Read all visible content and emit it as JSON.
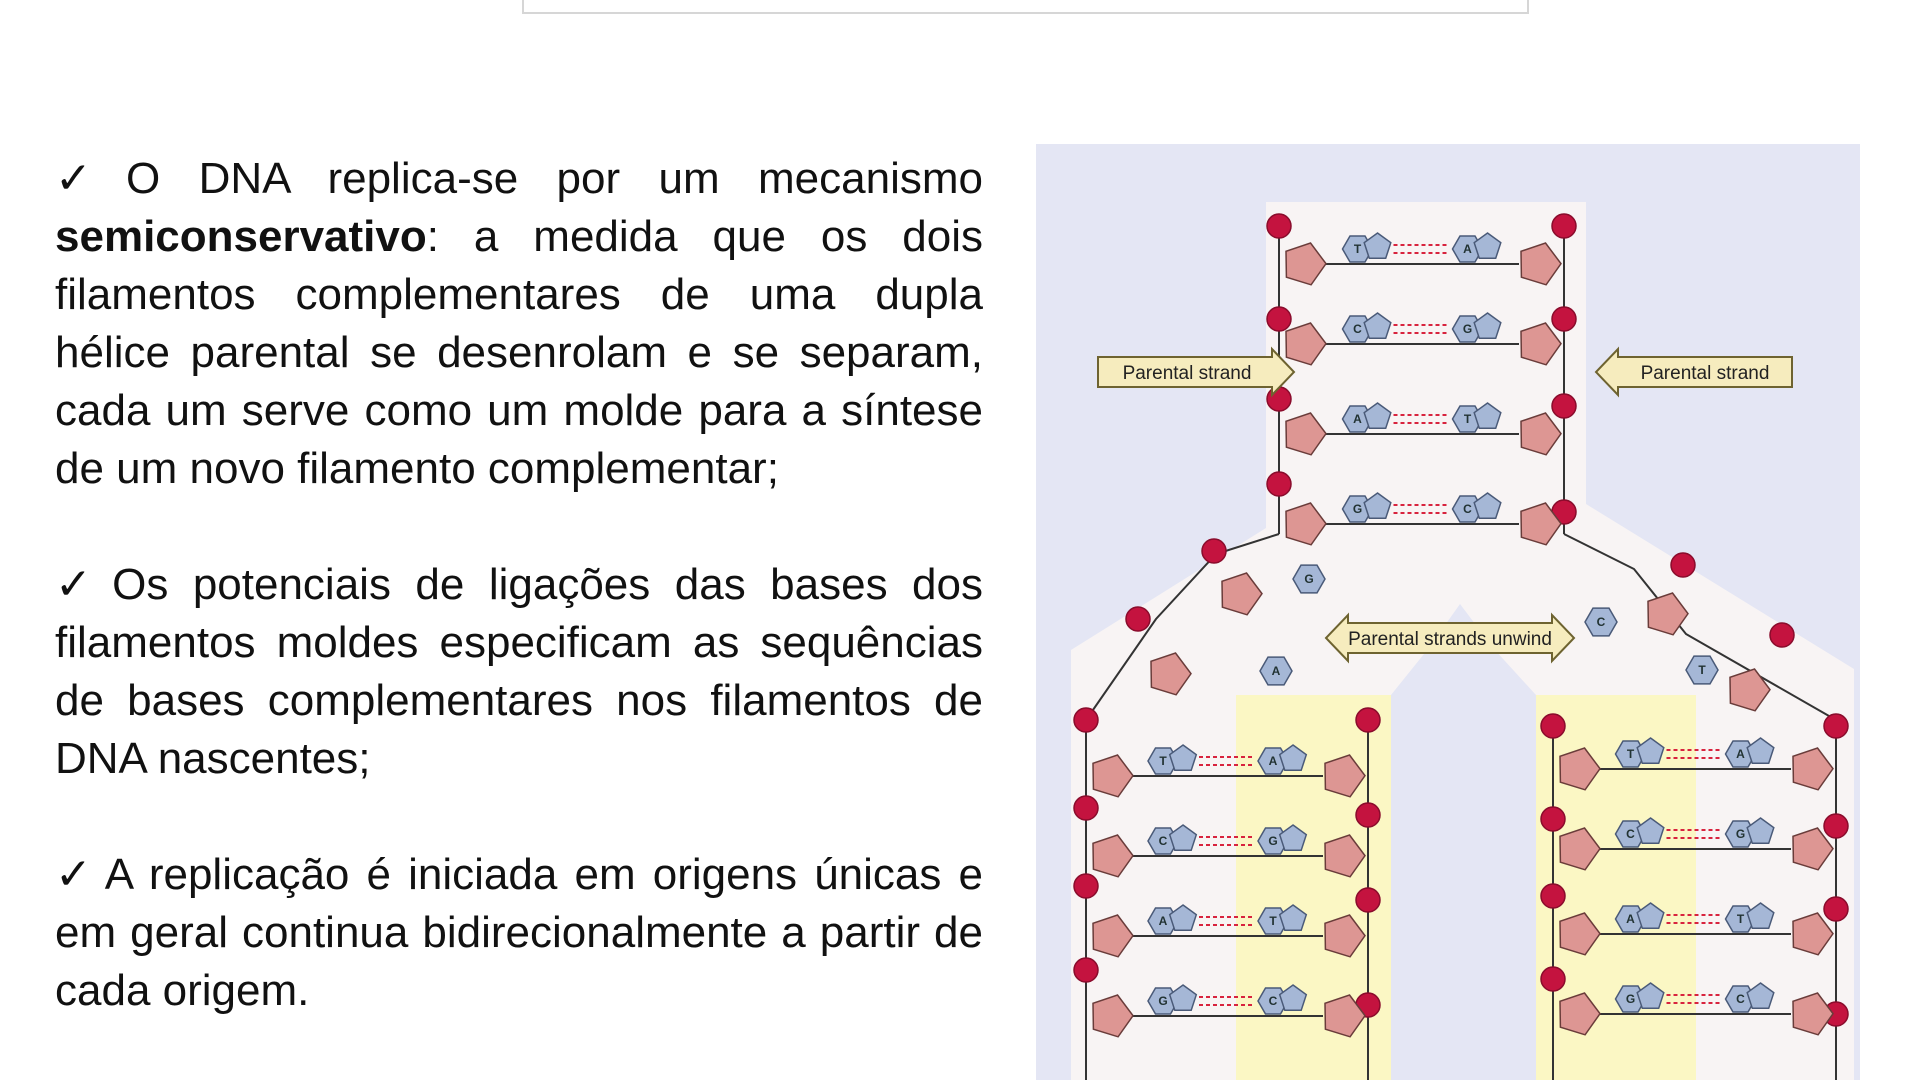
{
  "bullets": [
    {
      "check": "✓",
      "pre": "O DNA replica-se por um mecanismo",
      "bold": "semiconservativo",
      "post": ": a medida que os dois filamentos complementares de uma dupla hélice parental se desenrolam e se separam, cada um serve como um molde para a síntese de um novo filamento complementar;"
    },
    {
      "check": "✓",
      "text": "Os potenciais de ligações das bases dos filamentos moldes especificam as sequências de bases complementares nos filamentos de DNA nascentes;"
    },
    {
      "check": "✓",
      "text": "A replicação é iniciada em origens únicas e em geral continua bidirecionalmente a partir de cada origem."
    }
  ],
  "figure": {
    "label_parental_left": "Parental strand",
    "label_parental_right": "Parental strand",
    "label_unwind": "Parental strands unwind",
    "base_pairs_top": [
      [
        "T",
        "A"
      ],
      [
        "C",
        "G"
      ],
      [
        "A",
        "T"
      ],
      [
        "G",
        "C"
      ]
    ],
    "unpaired_fork": [
      "G",
      "A",
      "C",
      "T"
    ],
    "base_pairs_left": [
      [
        "T",
        "A"
      ],
      [
        "C",
        "G"
      ],
      [
        "A",
        "T"
      ],
      [
        "G",
        "C"
      ]
    ],
    "base_pairs_right": [
      [
        "T",
        "A"
      ],
      [
        "C",
        "G"
      ],
      [
        "A",
        "T"
      ],
      [
        "G",
        "C"
      ]
    ],
    "colors": {
      "background": "#e4e6f4",
      "strand_band": "#f8f4f4",
      "new_strand_band": "#fbf7c4",
      "phosphate": "#c4133f",
      "sugar": "#dd9693",
      "base": "#a5b7d6",
      "hbond": "#d8233e",
      "arrow_fill": "#f6ecbe"
    }
  }
}
